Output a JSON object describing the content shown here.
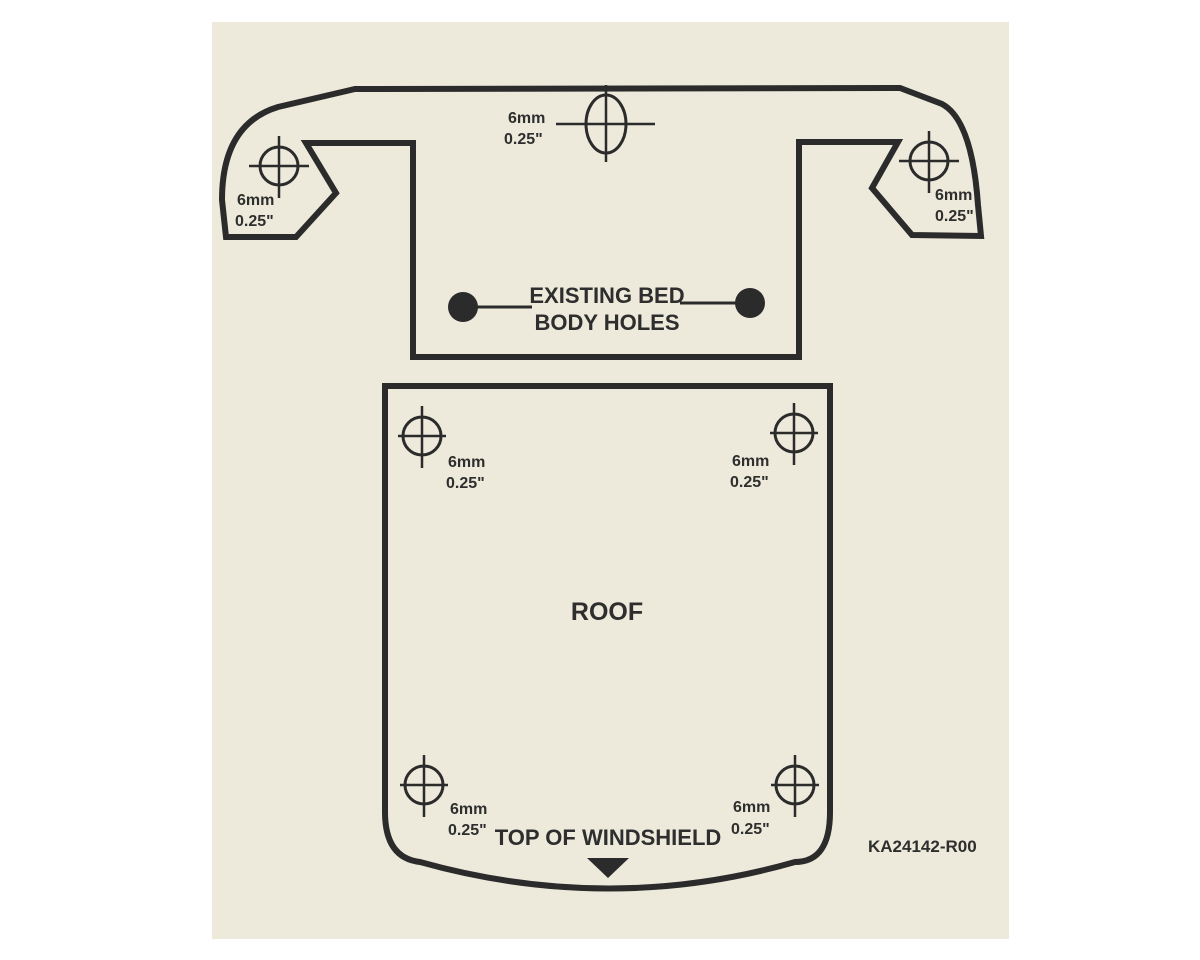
{
  "colors": {
    "sheet": "#edeadb",
    "ink": "#2b2b2b",
    "background": "#ffffff"
  },
  "labels": {
    "existing_holes_line1": "EXISTING BED",
    "existing_holes_line2": "BODY HOLES",
    "roof": "ROOF",
    "windshield": "TOP OF WINDSHIELD",
    "part_number": "KA24142-R00"
  },
  "holes": {
    "top_center": {
      "mm": "6mm",
      "inch": "0.25\""
    },
    "left_wing": {
      "mm": "6mm",
      "inch": "0.25\""
    },
    "right_wing": {
      "mm": "6mm",
      "inch": "0.25\""
    },
    "roof_top_left": {
      "mm": "6mm",
      "inch": "0.25\""
    },
    "roof_top_right": {
      "mm": "6mm",
      "inch": "0.25\""
    },
    "roof_bottom_left": {
      "mm": "6mm",
      "inch": "0.25\""
    },
    "roof_bottom_right": {
      "mm": "6mm",
      "inch": "0.25\""
    }
  }
}
